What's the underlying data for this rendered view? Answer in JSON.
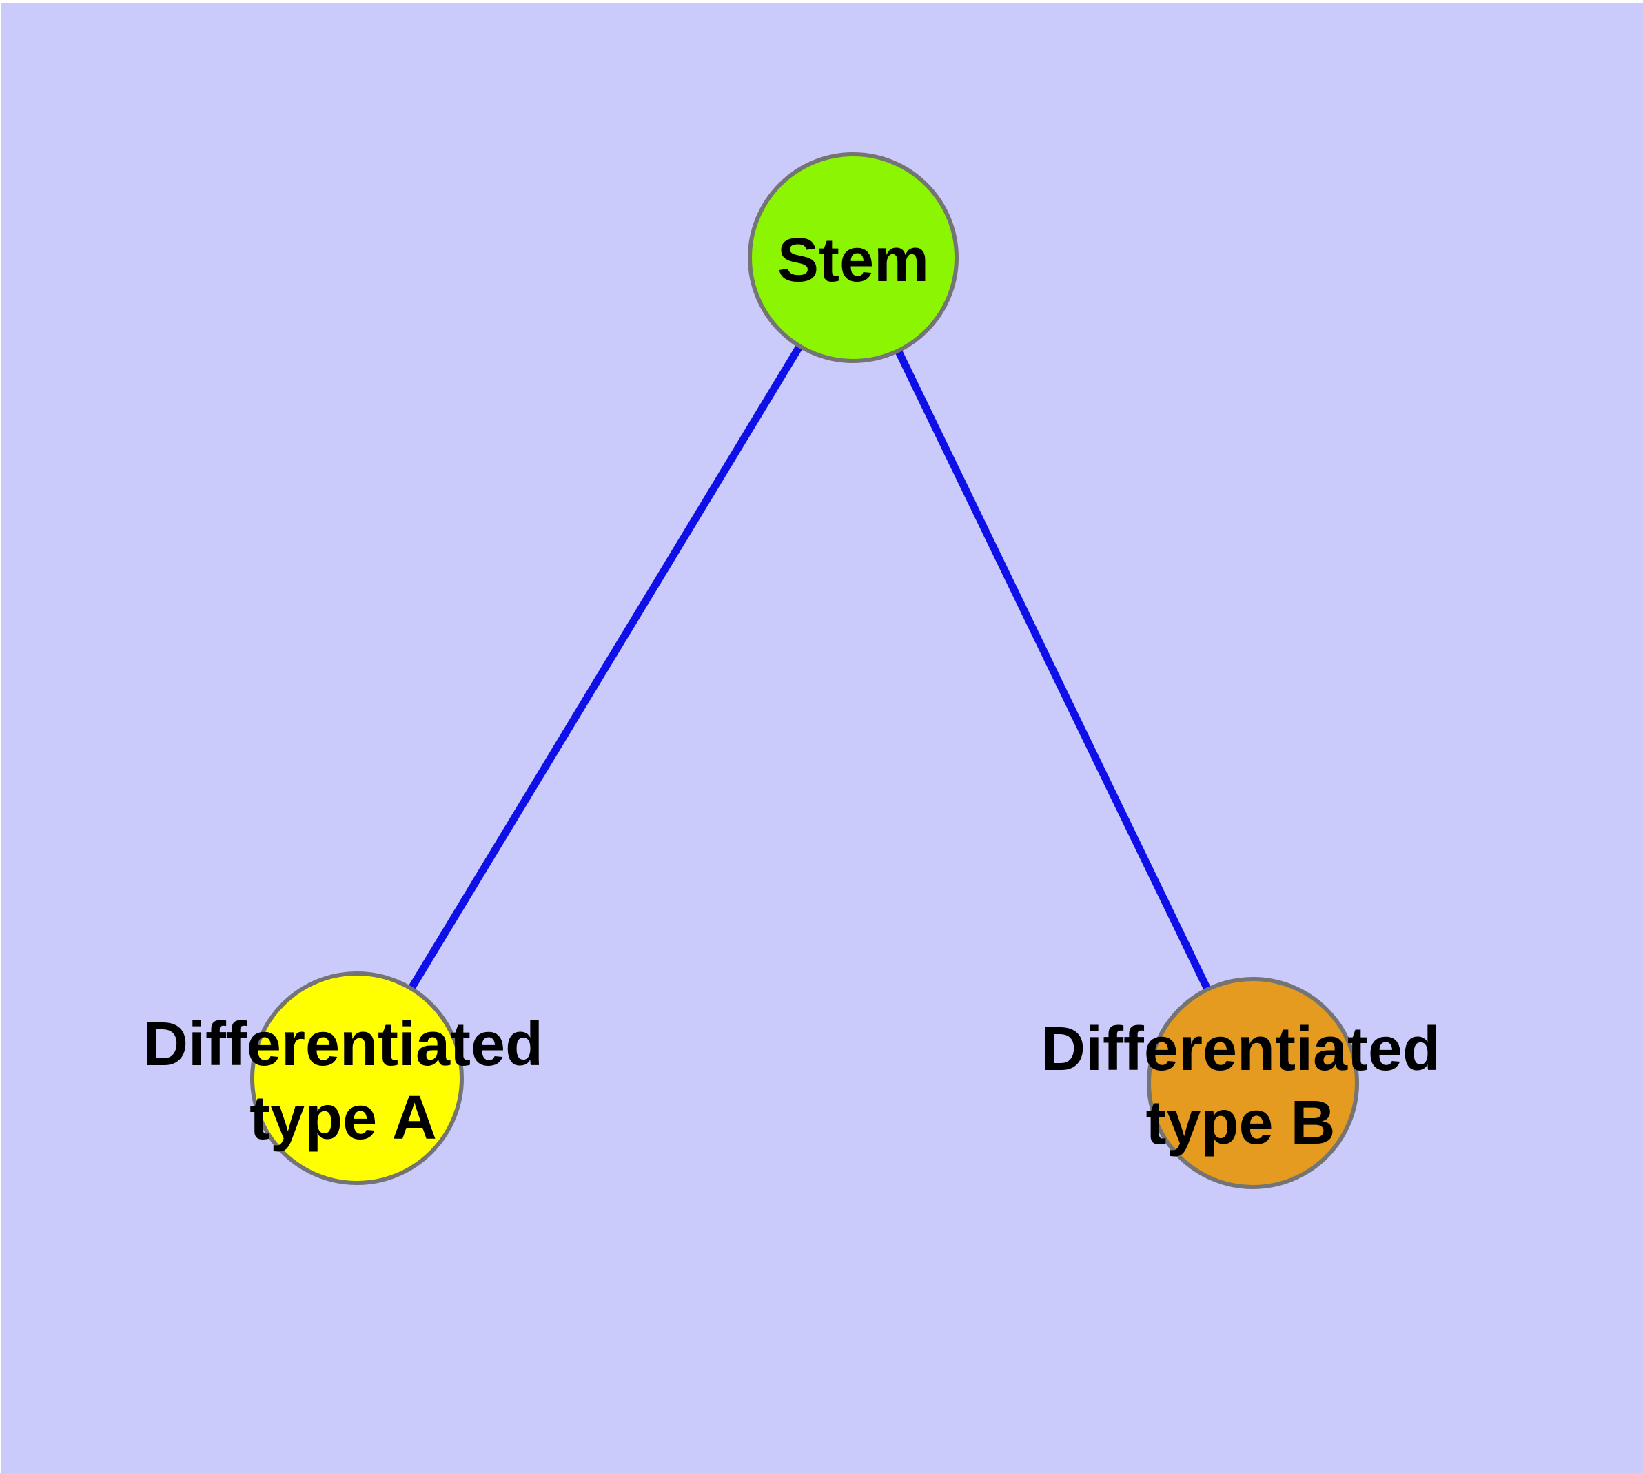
{
  "diagram": {
    "type": "graph",
    "background_color": "#CACAFB",
    "page_color": "#FFFFFF",
    "edge_color": "#0F0FE8",
    "node_border_color": "#747474",
    "label_color": "#000000",
    "nodes": [
      {
        "id": "stem",
        "label": "Stem",
        "label_lines": [
          "Stem"
        ],
        "fill": "#8CF502"
      },
      {
        "id": "type-a",
        "label": "Differentiated type A",
        "label_lines": [
          "Differentiated",
          "type A"
        ],
        "fill": "#FFFF00"
      },
      {
        "id": "type-b",
        "label": "Differentiated type B",
        "label_lines": [
          "Differentiated",
          "type B"
        ],
        "fill": "#E59A20"
      }
    ],
    "edges": [
      {
        "from": "Stem",
        "to": "Differentiated type A"
      },
      {
        "from": "Stem",
        "to": "Differentiated type B"
      }
    ]
  }
}
